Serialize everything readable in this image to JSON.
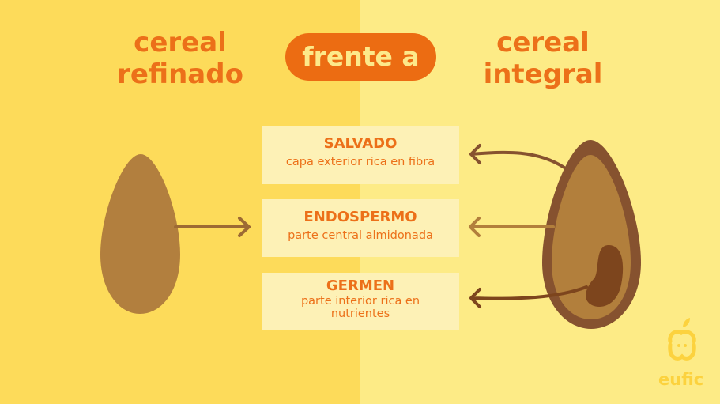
{
  "titles": {
    "left": "cereal refinado",
    "center": "frente a",
    "right": "cereal integral"
  },
  "parts": [
    {
      "name": "SALVADO",
      "desc": "capa exterior rica en fibra"
    },
    {
      "name": "ENDOSPERMO",
      "desc": "parte central almidonada"
    },
    {
      "name": "GERMEN",
      "desc": "parte interior rica en nutrientes"
    }
  ],
  "logo": {
    "text": "eufic"
  },
  "colors": {
    "orange": "#ec7019",
    "seed": "#b27f3e",
    "bran": "#86522f",
    "germ": "#7d451d"
  }
}
